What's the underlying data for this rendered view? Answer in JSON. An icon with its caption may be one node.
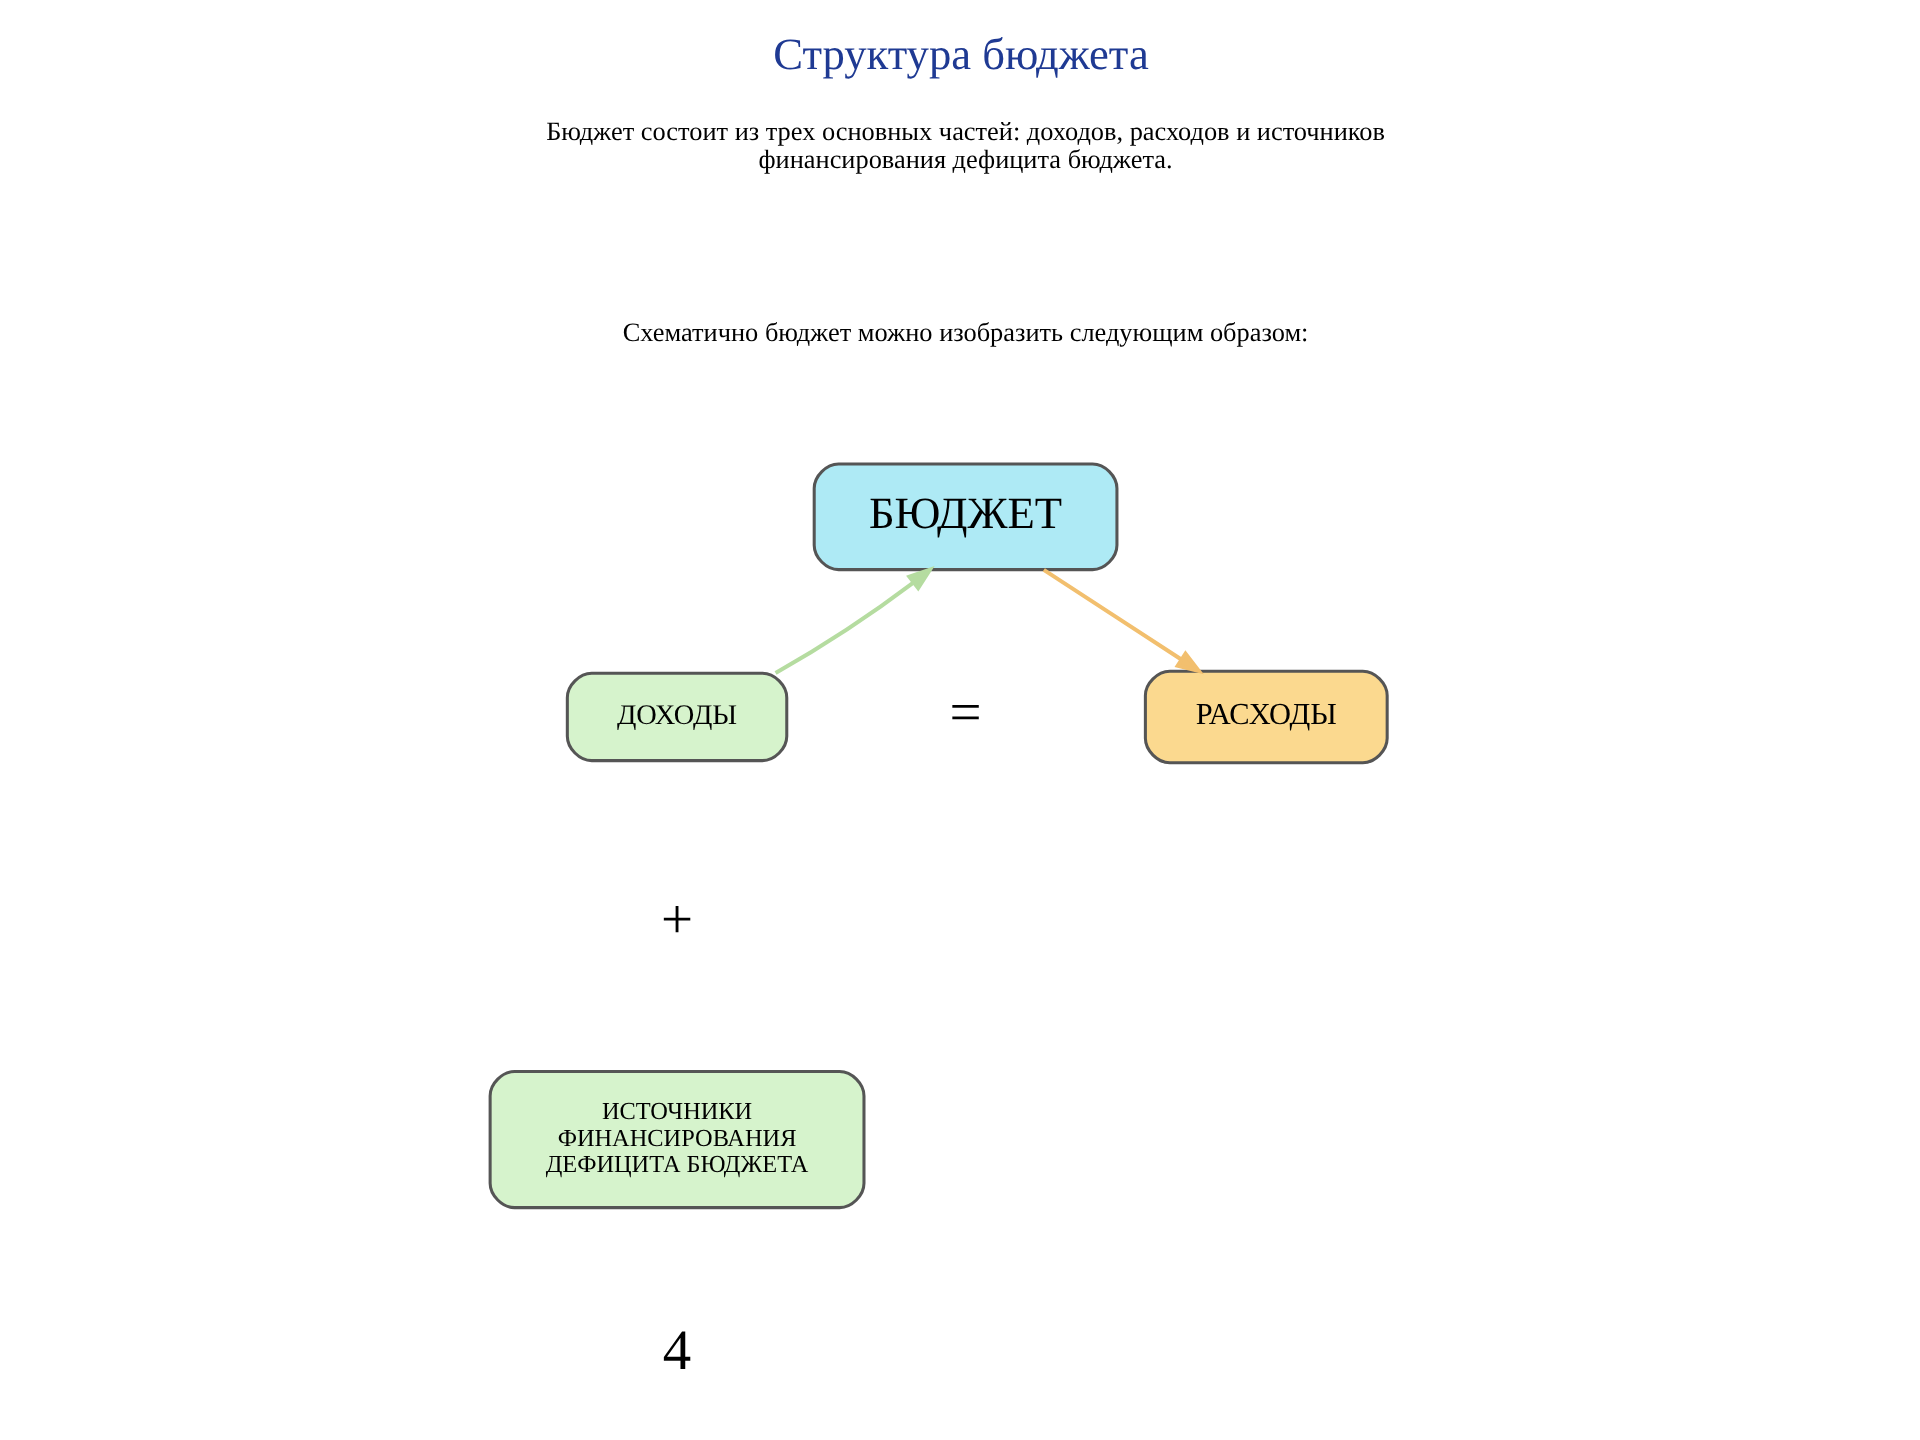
{
  "diagram": {
    "title": "Структура бюджета",
    "nodes": [
      {
        "text": [
          "БЮДЖЕТ"
        ]
      },
      {
        "text": [
          "ДОХОДЫ"
        ]
      },
      {
        "text": [
          "РАСХОДЫ"
        ]
      },
      {
        "text": [
          "ИСТОЧНИКИ ФИНАНСИРОВАНИЯ ДЕФИЦИТА БЮДЖЕТА"
        ]
      }
    ],
    "edges": [
      {
        "from": 1,
        "to": 0,
        "arrow": "to",
        "color": "#b5dca0"
      },
      {
        "from": 0,
        "to": 2,
        "arrow": "to",
        "color": "#f2bf6e"
      }
    ],
    "labels": [
      "Бюджет состоит из трех основных частей: доходов, расходов и источников финансирования дефицита бюджета.",
      "Схематично бюджет можно изобразить следующим образом:",
      "+",
      "=",
      "4"
    ]
  }
}
